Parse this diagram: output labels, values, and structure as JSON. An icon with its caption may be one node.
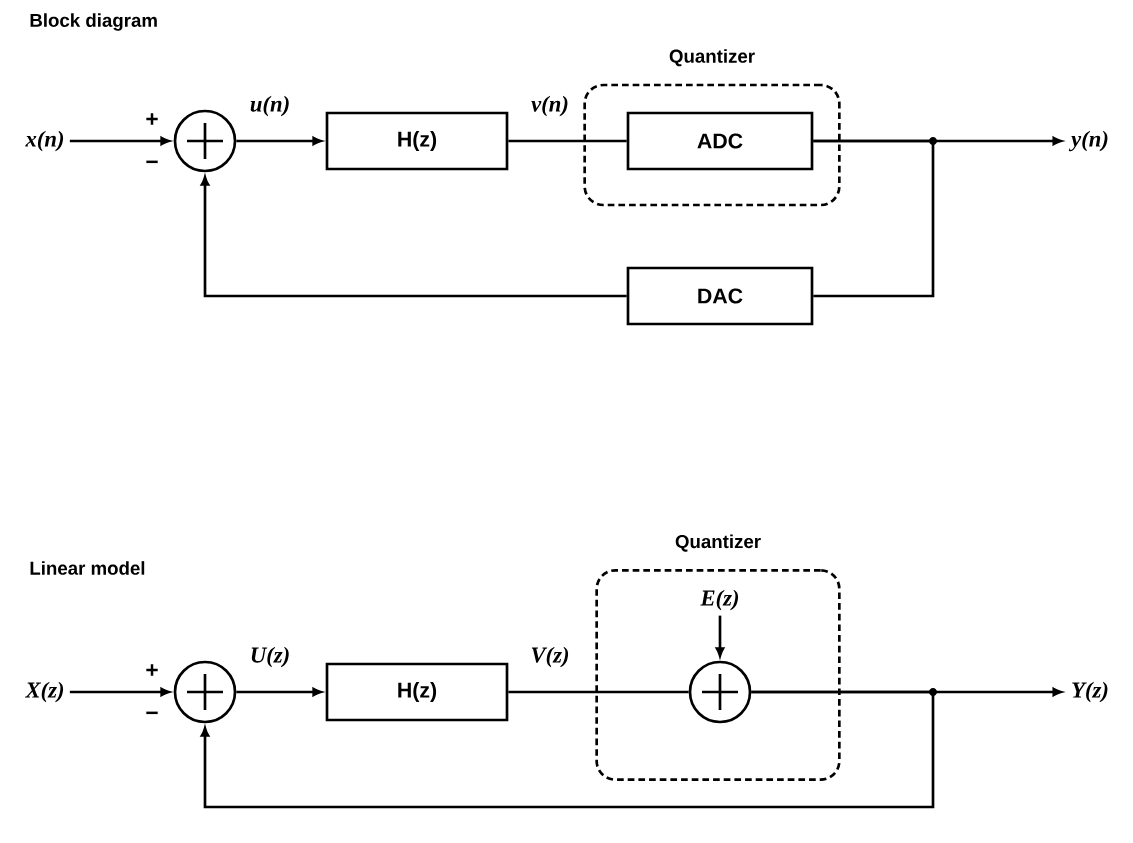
{
  "diagram": {
    "nodes": [
      {
        "text": [
          "x(n)"
        ]
      },
      {
        "text": [],
        "shape": "circle"
      },
      {
        "text": [
          "H(z)"
        ]
      },
      {
        "text": [
          "Quantizer"
        ]
      },
      {
        "text": [
          "ADC"
        ],
        "in": 3
      },
      {
        "text": [
          "y(n)"
        ]
      },
      {
        "text": [
          "DAC"
        ]
      },
      {
        "text": [
          "X(z)"
        ]
      },
      {
        "text": [],
        "shape": "circle"
      },
      {
        "text": [
          "H(z)"
        ]
      },
      {
        "text": [
          "Quantizer"
        ]
      },
      {
        "text": [],
        "shape": "circle",
        "in": 10
      },
      {
        "text": [
          "E(z)"
        ],
        "in": 10
      },
      {
        "text": [
          "Y(z)"
        ]
      }
    ],
    "edges": [
      {
        "from": 0,
        "to": 1,
        "arrow": "to"
      },
      {
        "from": 1,
        "to": 2,
        "arrow": "to",
        "label": "u(n)"
      },
      {
        "from": 2,
        "to": 4,
        "arrow": "none",
        "label": "v(n)"
      },
      {
        "from": 4,
        "to": 5,
        "arrow": "to"
      },
      {
        "from": 4,
        "to": 6,
        "arrow": "none"
      },
      {
        "from": 6,
        "to": 1,
        "arrow": "to"
      },
      {
        "from": 7,
        "to": 8,
        "arrow": "to"
      },
      {
        "from": 8,
        "to": 9,
        "arrow": "to",
        "label": "U(z)"
      },
      {
        "from": 9,
        "to": 11,
        "arrow": "none",
        "label": "V(z)"
      },
      {
        "from": 12,
        "to": 11,
        "arrow": "to"
      },
      {
        "from": 11,
        "to": 13,
        "arrow": "to"
      },
      {
        "from": 11,
        "to": 8,
        "arrow": "to"
      }
    ],
    "labels": [
      "Block diagram",
      "+",
      "−",
      "Linear model",
      "+",
      "−"
    ]
  }
}
